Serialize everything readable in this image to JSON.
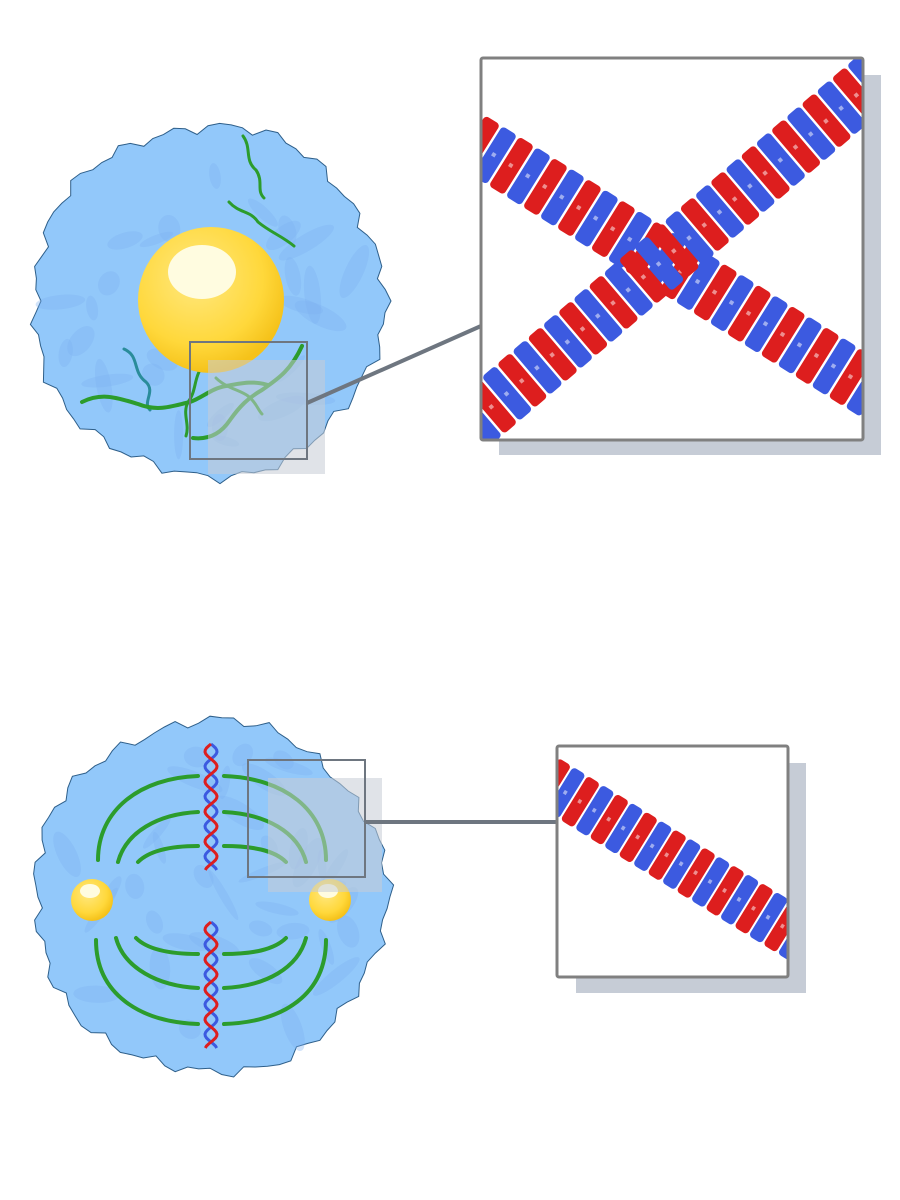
{
  "colors": {
    "cell_fill": "#92c8fa",
    "cell_stroke": "#2e5f8a",
    "cell_texture": "#7fb3f0",
    "nucleolus": "#ffd83b",
    "nucleolus_highlight": "#fffce0",
    "microtubule": "#2c9c2c",
    "strand_a": "#dd1e1e",
    "strand_b": "#3c5ae0",
    "frame_stroke": "#808080",
    "frame_shadow": "#c6ccd6",
    "connector": "#6e7680",
    "teal_fiber": "#2a8c9a"
  },
  "panels": [
    {
      "id": "interphase",
      "cell": "interphase-cell",
      "zoom": "interphase-zoom",
      "zoom_content": "crossing-microtubules"
    },
    {
      "id": "mitosis",
      "cell": "mitotic-cell",
      "zoom": "mitosis-zoom",
      "zoom_content": "single-microtubule"
    }
  ]
}
